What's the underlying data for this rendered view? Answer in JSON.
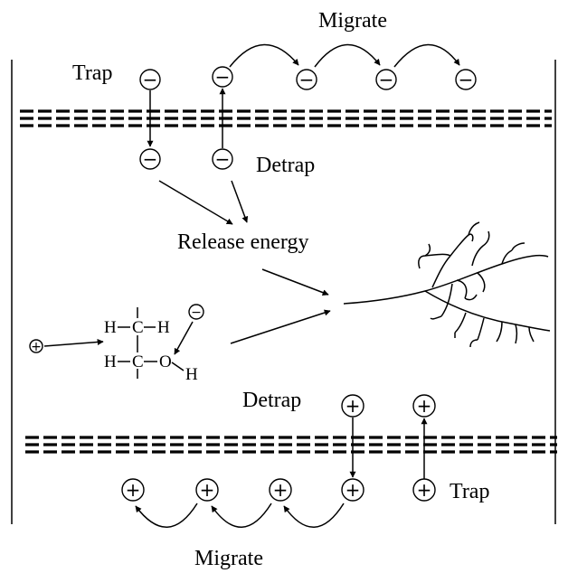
{
  "labels": {
    "migrate_top": "Migrate",
    "trap_top": "Trap",
    "detrap_top": "Detrap",
    "release_energy": "Release energy",
    "detrap_bottom": "Detrap",
    "trap_bottom": "Trap",
    "migrate_bottom": "Migrate"
  },
  "symbols": {
    "negative": "−",
    "positive": "+"
  },
  "molecule": {
    "h1": "H",
    "c1": "C",
    "h2": "H",
    "h3": "H",
    "c2": "C",
    "o": "O",
    "h4": "H"
  }
}
